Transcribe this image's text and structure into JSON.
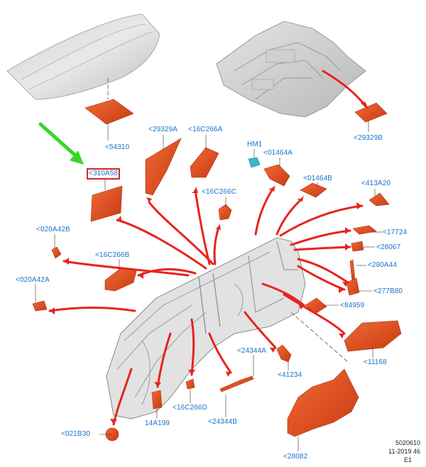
{
  "labels": {
    "p54310": "<54310",
    "p29329B": "<29329B",
    "p29329A": "<29329A",
    "p16C266A": "<16C266A",
    "pHM1": "HM1",
    "p01464A": "<01464A",
    "p310A58": "<310A58",
    "p16C266C": "<16C266C",
    "p01464B": "<01464B",
    "p413A20": "<413A20",
    "p020A42B": "<020A42B",
    "p17724": "<17724",
    "p28067": "<28067",
    "p16C266B": "<16C266B",
    "p280A44": "<280A44",
    "p020A42A": "<020A42A",
    "p277B80": "<277B80",
    "p84959": "<84959",
    "p24344A": "<24344A",
    "p11168": "<11168",
    "p41234": "<41234",
    "p16C266D": "<16C266D",
    "p14A199": "14A199",
    "p24344B": "<24344B",
    "p021B30": "<021B30",
    "p28082": "<28082"
  },
  "reference": {
    "line1": "5020610",
    "line2": "11-2019 46",
    "line3": "E1"
  },
  "colors": {
    "label_text": "#1a73c8",
    "part_fill": "#e24a1c",
    "arrow": "#e8231e",
    "highlight_box": "#d8232a",
    "pointer_arrow": "#39d62a",
    "body_grey": "#d6d6d6"
  }
}
